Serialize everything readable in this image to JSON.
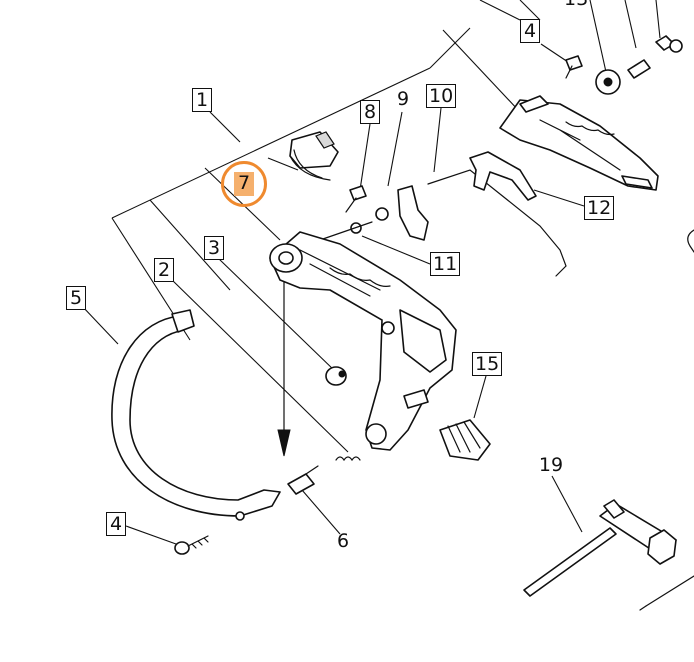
{
  "callouts": {
    "c1": "1",
    "c2": "2",
    "c3": "3",
    "c4_top": "4",
    "c4_bottom": "4",
    "c5": "5",
    "c6": "6",
    "c7": "7",
    "c8": "8",
    "c9": "9",
    "c10": "10",
    "c11": "11",
    "c12": "12",
    "c15": "15",
    "c19": "19"
  },
  "highlight": {
    "label": "7",
    "color": "#ef8a2f",
    "fill": "#f5b06d"
  }
}
